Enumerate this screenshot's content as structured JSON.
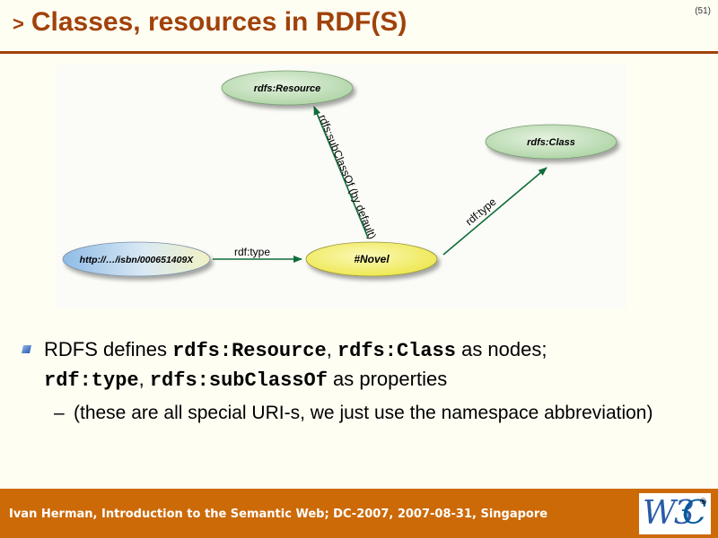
{
  "slide": {
    "number": "(51)",
    "title_marker": ">",
    "title": "Classes, resources in RDF(S)"
  },
  "diagram": {
    "nodes": {
      "resource": "rdfs:Resource",
      "class": "rdfs:Class",
      "novel": "#Novel",
      "isbn": "http://…/isbn/000651409X"
    },
    "edges": {
      "subclass": "rdfs:subClassOf (by default)",
      "type_to_class": "rdf:type",
      "type_to_novel": "rdf:type"
    },
    "colors": {
      "green_node": "#b9dbb1",
      "yellow_node": "#f2ee62",
      "blue_node": "#b6d3ee",
      "edge": "#0f6e3a"
    }
  },
  "content": {
    "bullet_main": {
      "t1": "RDFS defines ",
      "c1": "rdfs:Resource",
      "t2": ", ",
      "c2": "rdfs:Class",
      "t3": " as nodes;",
      "c3": "rdf:type",
      "t4": ", ",
      "c4": "rdfs:subClassOf",
      "t5": " as properties"
    },
    "bullet_sub": {
      "dash": "–",
      "text": "(these are all special URI-s, we just use the namespace abbreviation)"
    }
  },
  "footer": {
    "text": "Ivan Herman, Introduction to the Semantic Web; DC-2007, 2007-08-31, Singapore",
    "logo": {
      "w3": "W3",
      "c": "C",
      "reg": "®"
    },
    "color": "#cc6a08"
  }
}
